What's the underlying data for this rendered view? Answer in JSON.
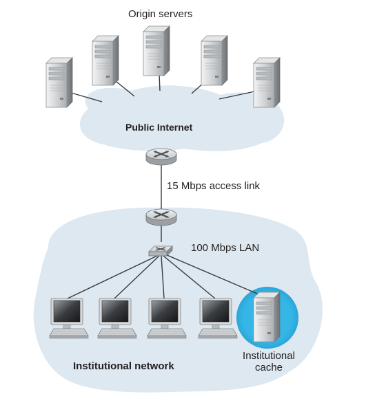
{
  "labels": {
    "origin_servers": "Origin servers",
    "public_internet": "Public Internet",
    "access_link": "15 Mbps access link",
    "lan": "100 Mbps LAN",
    "institutional_network": "Institutional network",
    "institutional_cache_line1": "Institutional",
    "institutional_cache_line2": "cache"
  },
  "colors": {
    "cloud_fill": "#dde8f0",
    "cache_highlight": "#35b6e6",
    "server_body": "#d2d4d6",
    "router_top": "#d6d8da",
    "line": "#3a3a3a",
    "text": "#231f20"
  },
  "icons": {
    "server": "tower-server-icon",
    "router": "router-icon",
    "switch": "ethernet-switch-icon",
    "host": "desktop-computer-icon"
  }
}
